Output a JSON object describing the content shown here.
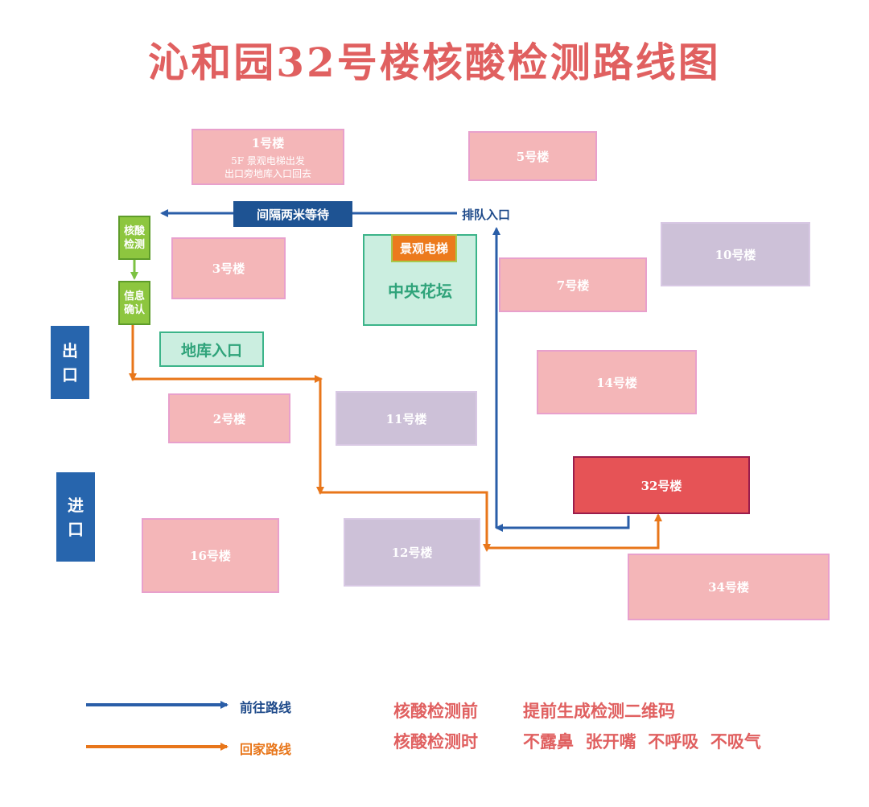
{
  "title": "沁和园32号楼核酸检测路线图",
  "buildings": {
    "b1": {
      "name": "1号楼",
      "note1": "5F 景观电梯出发",
      "note2": "出口旁地库入口回去"
    },
    "b5": {
      "name": "5号楼"
    },
    "b3": {
      "name": "3号楼"
    },
    "b10": {
      "name": "10号楼"
    },
    "b7": {
      "name": "7号楼"
    },
    "b14": {
      "name": "14号楼"
    },
    "b2": {
      "name": "2号楼"
    },
    "b11": {
      "name": "11号楼"
    },
    "b32": {
      "name": "32号楼"
    },
    "b16": {
      "name": "16号楼"
    },
    "b12": {
      "name": "12号楼"
    },
    "b34": {
      "name": "34号楼"
    }
  },
  "stations": {
    "test_line1": "核酸",
    "test_line2": "检测",
    "confirm_line1": "信息",
    "confirm_line2": "确认"
  },
  "labels": {
    "wait": "间隔两米等待",
    "queue_entry": "排队入口",
    "elevator": "景观电梯",
    "garden": "中央花坛",
    "garage": "地库入口",
    "exit_1": "出",
    "exit_2": "口",
    "entry_1": "进",
    "entry_2": "口"
  },
  "legend": {
    "outbound": "前往路线",
    "return": "回家路线",
    "outbound_color": "#2a5ea8",
    "return_color": "#e8761a"
  },
  "notes": {
    "before_label": "核酸检测前",
    "before_text": "提前生成检测二维码",
    "during_label": "核酸检测时",
    "during_text": "不露鼻  张开嘴  不呼吸  不吸气"
  },
  "colors": {
    "title": "#e06060",
    "building": "#f4b6b8",
    "building_alt": "#cdc1d8",
    "target_building": "#e65356",
    "station": "#8dc63f",
    "garden": "#cbeee0"
  }
}
